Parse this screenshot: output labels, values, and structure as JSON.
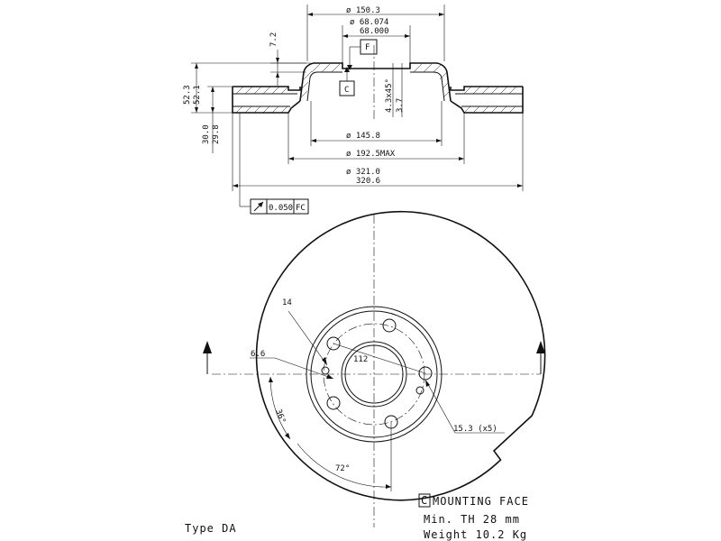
{
  "dimensions": {
    "d_outer_hub": "ø 150.3",
    "d_center_max": "ø 68.074",
    "d_center_min": "68.000",
    "offset_top": "7.2",
    "height_max": "52.3",
    "height_min": "52.1",
    "thickness_max": "30.0",
    "thickness_min": "29.8",
    "d_hub_inner": "ø 145.8",
    "d_vent_max": "ø 192.5MAX",
    "d_disc_max": "ø 321.0",
    "d_disc_min": "320.6",
    "chamfer": "4.3x45°",
    "chamfer_depth": "3.7",
    "runout": "0.050",
    "runout_ref": "FC",
    "datum_f": "F",
    "datum_c": "C",
    "bolt_circle": "112",
    "bolt_hole": "14",
    "pin_hole": "6.6",
    "angle_36": "36°",
    "angle_72": "72°",
    "hole_15": "15.3 (x5)"
  },
  "notes": {
    "mounting_letter": "C",
    "mounting_face": "MOUNTING FACE",
    "min_th": "Min. TH 28 mm",
    "weight": "Weight 10.2 Kg",
    "type": "Type DA"
  }
}
